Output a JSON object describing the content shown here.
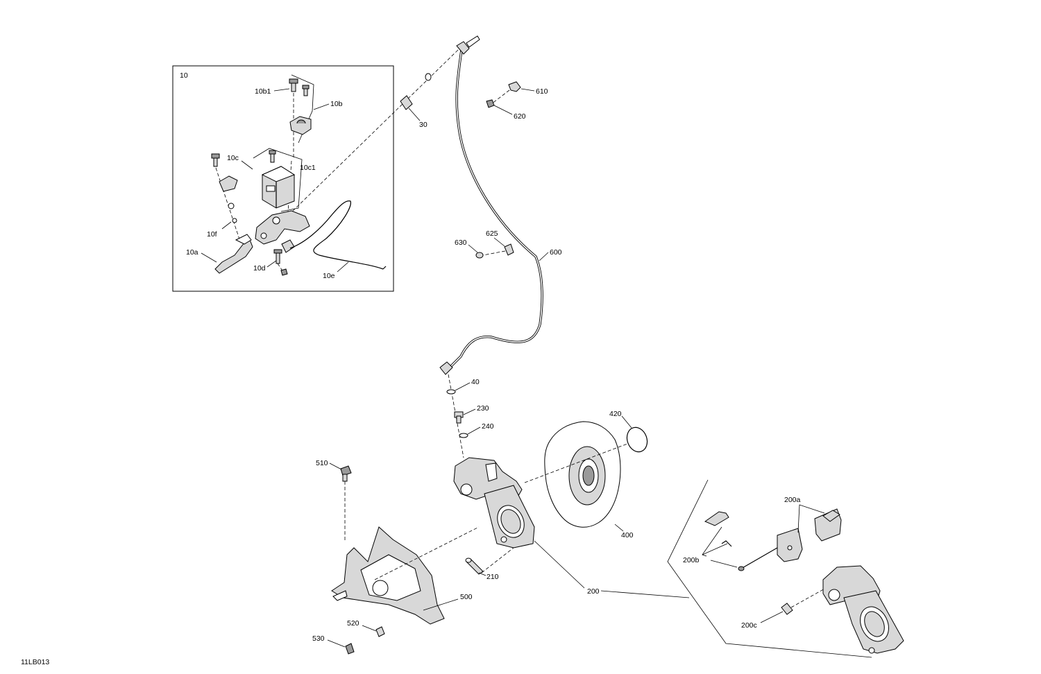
{
  "figure_code": "11LB013",
  "inset_title": "10",
  "callouts": {
    "c10b1": "10b1",
    "c10b": "10b",
    "c10c": "10c",
    "c10c1": "10c1",
    "c10f": "10f",
    "c10a": "10a",
    "c10d": "10d",
    "c10e": "10e",
    "c30": "30",
    "c610": "610",
    "c620": "620",
    "c625": "625",
    "c630": "630",
    "c600": "600",
    "c40": "40",
    "c230": "230",
    "c240": "240",
    "c420": "420",
    "c400": "400",
    "c510": "510",
    "c210": "210",
    "c200": "200",
    "c500": "500",
    "c520": "520",
    "c530": "530",
    "c200a": "200a",
    "c200b": "200b",
    "c200c": "200c"
  }
}
